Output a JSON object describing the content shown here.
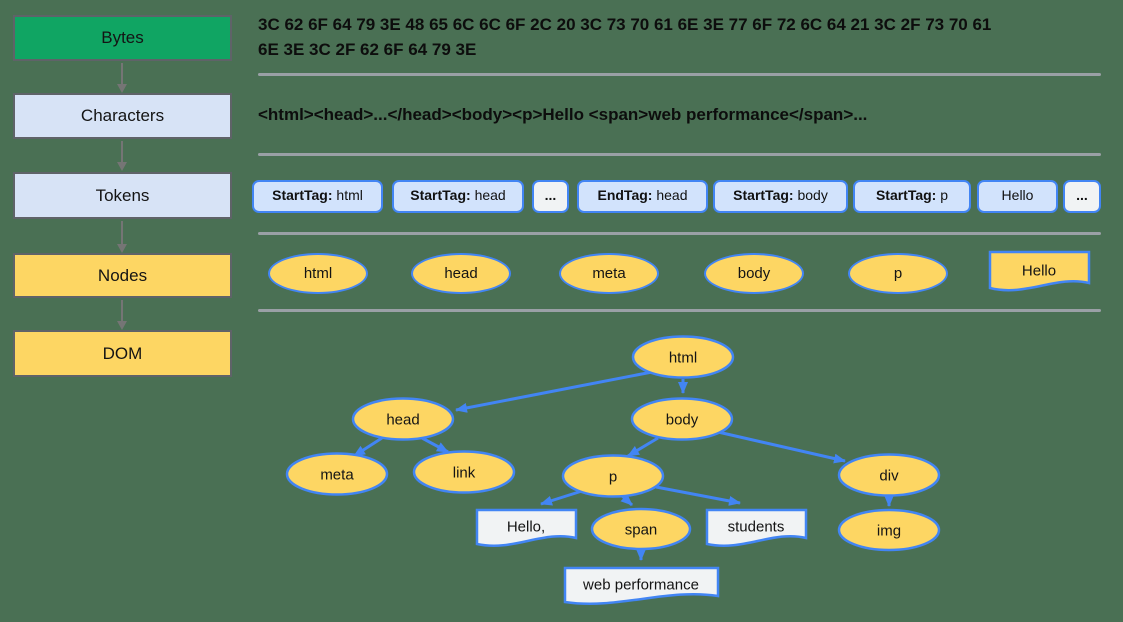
{
  "colors": {
    "background": "#4a7054",
    "accent_blue": "#4285f4",
    "node_yellow": "#fdd663",
    "token_blue_fill": "#d2e3fc",
    "text_node_fill": "#f1f3f4",
    "stage_green": "#10a563",
    "stage_light_blue": "#d7e3f6",
    "divider_gray": "#9aa0a6"
  },
  "sidebar": {
    "stages": [
      {
        "label": "Bytes",
        "color": "green"
      },
      {
        "label": "Characters",
        "color": "light-blue"
      },
      {
        "label": "Tokens",
        "color": "light-blue"
      },
      {
        "label": "Nodes",
        "color": "yellow"
      },
      {
        "label": "DOM",
        "color": "yellow"
      }
    ]
  },
  "bytes_section": {
    "line1": "3C 62 6F 64 79 3E 48 65 6C 6C 6F 2C 20 3C 73 70 61 6E 3E 77 6F 72 6C 64 21 3C 2F 73 70 61",
    "line2": "6E 3E 3C 2F 62 6F 64 79 3E"
  },
  "characters_section": {
    "text": "<html><head>...</head><body><p>Hello <span>web performance</span>..."
  },
  "tokens_section": {
    "tokens": [
      {
        "bold": "StartTag:",
        "rest": " html"
      },
      {
        "bold": "StartTag:",
        "rest": " head"
      },
      {
        "bold": "",
        "rest": "..."
      },
      {
        "bold": "EndTag:",
        "rest": " head"
      },
      {
        "bold": "StartTag:",
        "rest": " body"
      },
      {
        "bold": "StartTag:",
        "rest": " p"
      },
      {
        "bold": "",
        "rest": "Hello"
      },
      {
        "bold": "",
        "rest": "..."
      }
    ]
  },
  "nodes_section": {
    "ellipses": [
      "html",
      "head",
      "meta",
      "body",
      "p"
    ],
    "text_node": "Hello"
  },
  "dom_tree": {
    "nodes": [
      {
        "id": "html",
        "label": "html",
        "type": "element"
      },
      {
        "id": "head",
        "label": "head",
        "type": "element"
      },
      {
        "id": "body",
        "label": "body",
        "type": "element"
      },
      {
        "id": "meta",
        "label": "meta",
        "type": "element"
      },
      {
        "id": "link",
        "label": "link",
        "type": "element"
      },
      {
        "id": "p",
        "label": "p",
        "type": "element"
      },
      {
        "id": "div",
        "label": "div",
        "type": "element"
      },
      {
        "id": "span",
        "label": "span",
        "type": "element"
      },
      {
        "id": "img",
        "label": "img",
        "type": "element"
      },
      {
        "id": "hello-text",
        "label": "Hello,",
        "type": "text"
      },
      {
        "id": "students-text",
        "label": "students",
        "type": "text"
      },
      {
        "id": "webperf-text",
        "label": "web performance",
        "type": "text"
      }
    ],
    "edges": [
      [
        "html",
        "head"
      ],
      [
        "html",
        "body"
      ],
      [
        "head",
        "meta"
      ],
      [
        "head",
        "link"
      ],
      [
        "body",
        "p"
      ],
      [
        "body",
        "div"
      ],
      [
        "p",
        "hello-text"
      ],
      [
        "p",
        "span"
      ],
      [
        "p",
        "students-text"
      ],
      [
        "span",
        "webperf-text"
      ],
      [
        "div",
        "img"
      ]
    ]
  }
}
